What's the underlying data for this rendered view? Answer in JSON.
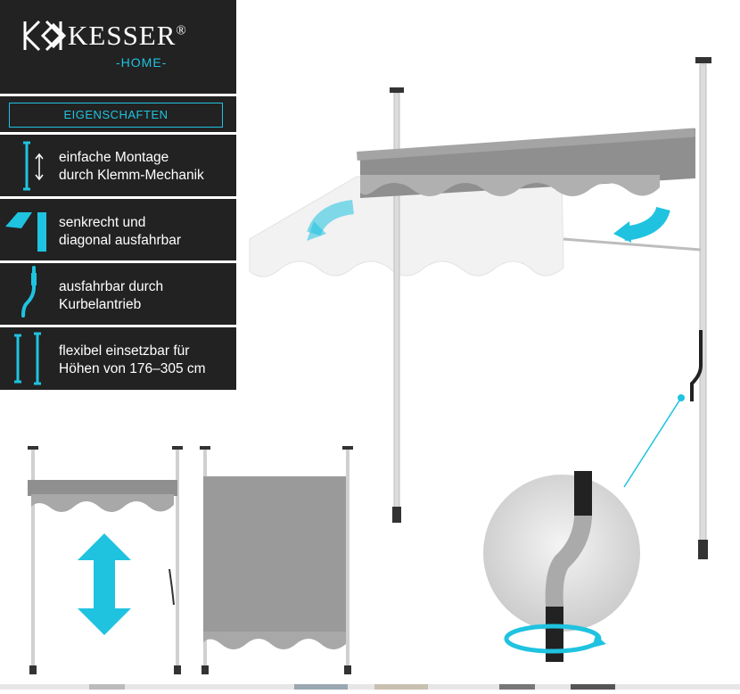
{
  "brand": {
    "name": "KESSER",
    "reg": "®",
    "tagline": "-HOME-"
  },
  "section_title": "EIGENSCHAFTEN",
  "features": [
    {
      "icon": "clamp-mount-icon",
      "line1": "einfache Montage",
      "line2": "durch Klemm-Mechanik"
    },
    {
      "icon": "awning-angle-icon",
      "line1": "senkrecht und",
      "line2": "diagonal ausfahrbar"
    },
    {
      "icon": "crank-icon",
      "line1": "ausfahrbar durch",
      "line2": "Kurbelantrieb"
    },
    {
      "icon": "height-poles-icon",
      "line1": "flexibel einsetzbar für",
      "line2": "Höhen von 176–305 cm"
    }
  ],
  "colors": {
    "panel": "#222222",
    "accent": "#1fc3e0",
    "fabric": "#9a9a9a",
    "pole": "#d8d8d8"
  }
}
